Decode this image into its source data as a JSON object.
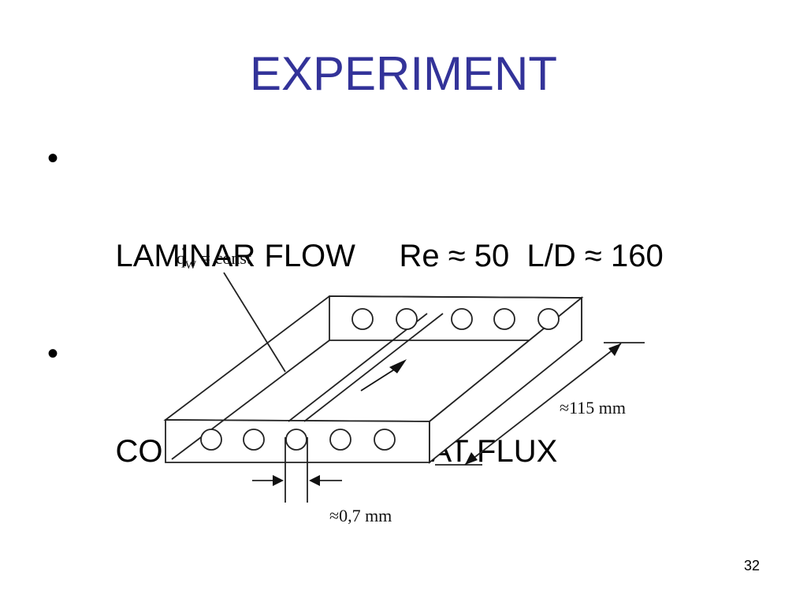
{
  "slide": {
    "title": "EXPERIMENT",
    "bullets": [
      {
        "symbol": "•",
        "text": "LAMINAR FLOW     Re ≈ 50  L/D ≈ 160"
      },
      {
        "symbol": "•",
        "text": "CONSTANT WALL HEAT FLUX"
      }
    ],
    "page_number": "32"
  },
  "diagram": {
    "labels": {
      "heat_flux_symbol": "q",
      "heat_flux_subscript": "W",
      "heat_flux_rest": " = const",
      "length": "≈115 mm",
      "diameter": "≈0,7 mm"
    },
    "channels": {
      "front_count": 5,
      "back_count": 5
    }
  }
}
